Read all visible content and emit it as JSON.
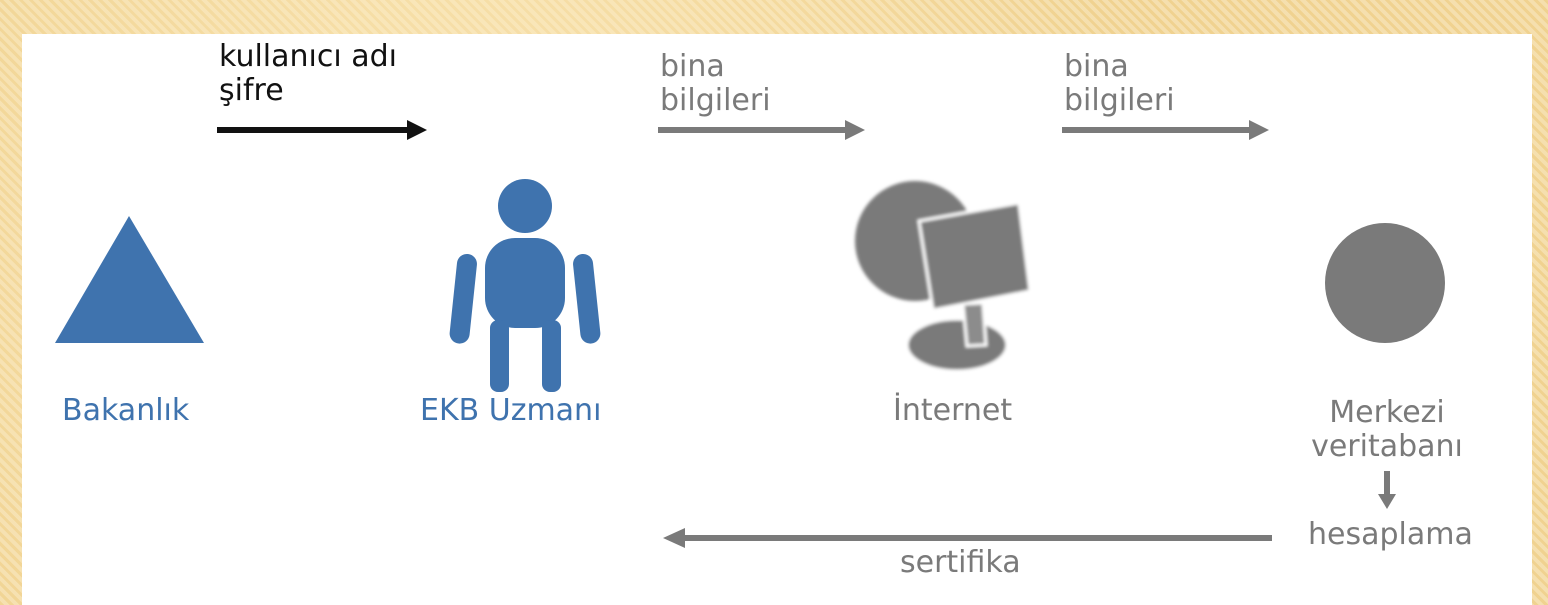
{
  "colors": {
    "blue": "#3f73ae",
    "gray": "#7a7a7a",
    "black": "#111111",
    "frame": "#f3d9a0"
  },
  "labels": {
    "bakanlik": "Bakanlık",
    "ekb_uzmani": "EKB Uzmanı",
    "internet": "İnternet",
    "merkezi_veritabani": "Merkezi\nveritabanı",
    "hesaplama": "hesaplama",
    "sertifika": "sertifika"
  },
  "arrows": {
    "credentials": "kullanıcı adı\nşifre",
    "building_info_1": "bina\nbilgileri",
    "building_info_2": "bina\nbilgileri"
  },
  "icons": {
    "bakanlik": "triangle-icon",
    "ekb_uzmani": "person-icon",
    "internet": "internet-computer-icon",
    "merkezi_veritabani": "circle-icon"
  }
}
